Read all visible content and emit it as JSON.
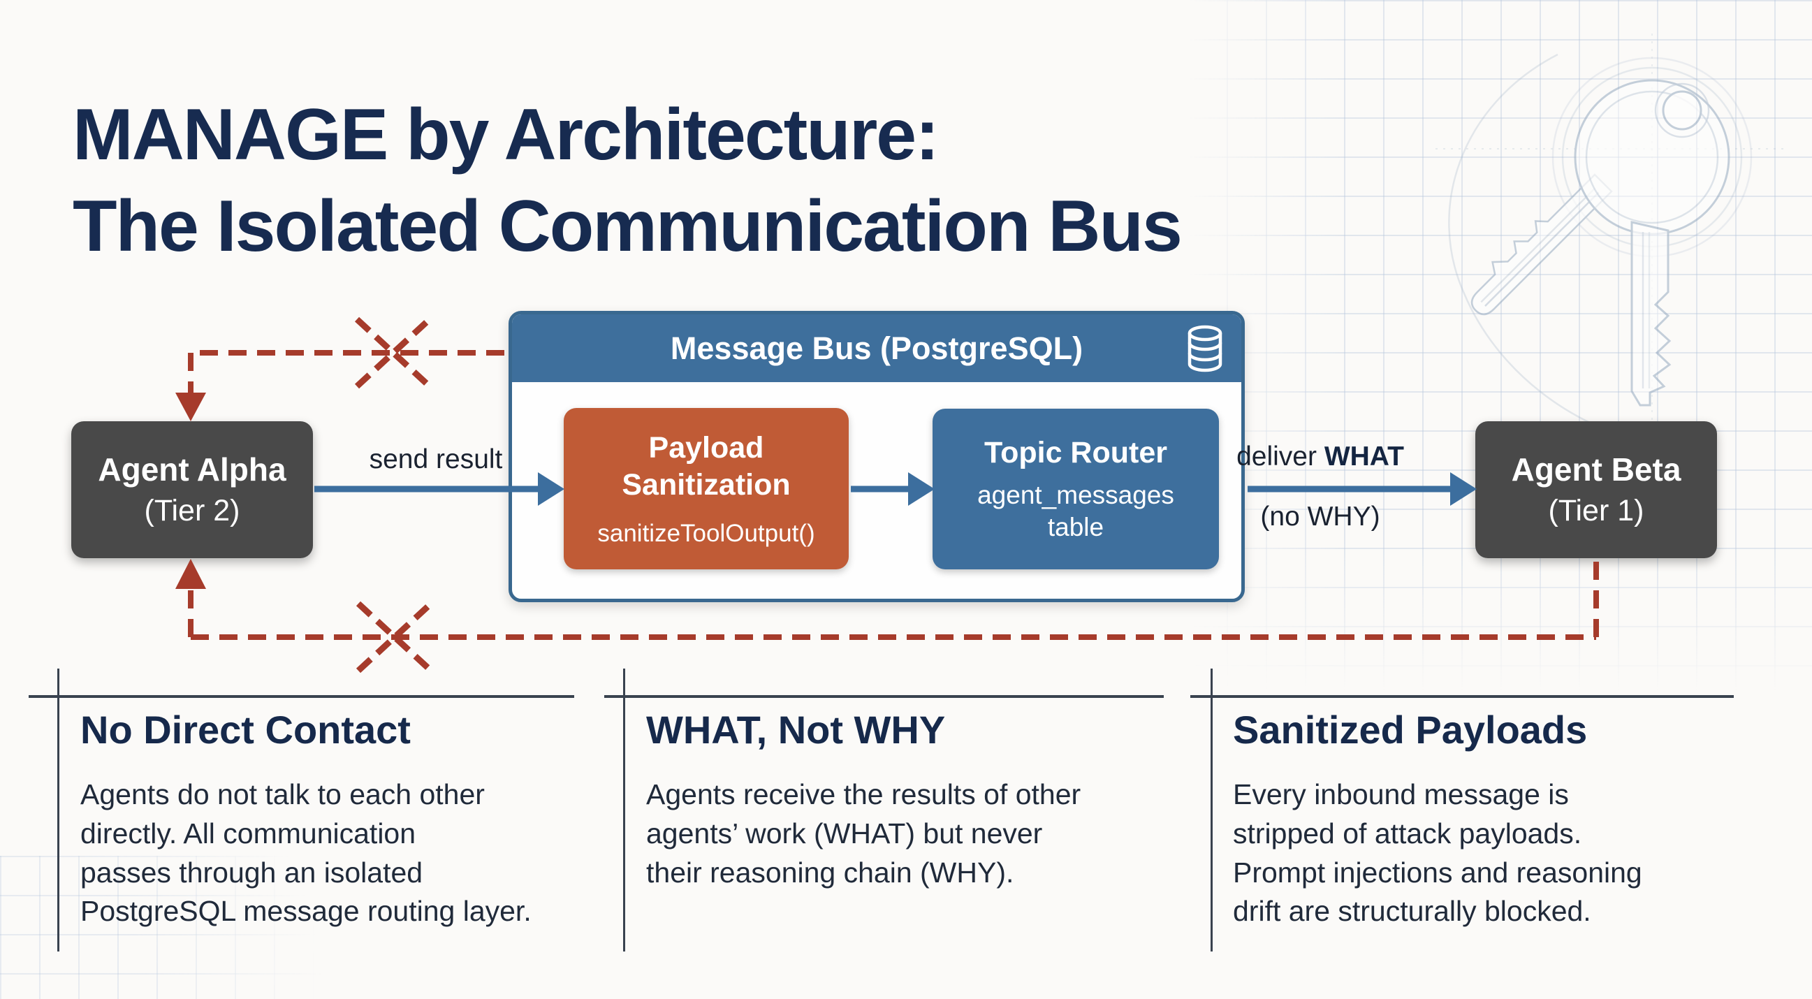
{
  "page": {
    "title": "MANAGE by Architecture:\nThe Isolated Communication Bus"
  },
  "colors": {
    "navy_heading": "#172b50",
    "brick_red": "#a63b2b",
    "steel_blue": "#3e6f9c",
    "rust_orange": "#c05b36",
    "charcoal_box": "#494949",
    "divider_slate": "#39424f"
  },
  "icons": {
    "database": "database-cylinder-icon",
    "key_sketch": "blueprint-key-sketch",
    "blocked": "blocked-x-icon"
  },
  "diagram": {
    "agent_alpha": {
      "name": "Agent Alpha",
      "tier": "(Tier 2)"
    },
    "agent_beta": {
      "name": "Agent Beta",
      "tier": "(Tier 1)"
    },
    "labels": {
      "send_result": "send result",
      "deliver_prefix": "deliver ",
      "deliver_emphasis": "WHAT",
      "no_why": "(no WHY)"
    },
    "message_bus": {
      "title": "Message Bus (PostgreSQL)",
      "payload_sanitization": {
        "title": "Payload\nSanitization",
        "subtitle": "sanitizeToolOutput()"
      },
      "topic_router": {
        "title": "Topic Router",
        "subtitle": "agent_messages\ntable"
      }
    }
  },
  "columns": [
    {
      "heading": "No Direct Contact",
      "body": "Agents do not talk to each other\ndirectly. All communication\npasses through an isolated\nPostgreSQL message routing layer."
    },
    {
      "heading": "WHAT, Not WHY",
      "body": "Agents receive the results of other\nagents’ work (WHAT) but never\ntheir reasoning chain (WHY)."
    },
    {
      "heading": "Sanitized Payloads",
      "body": "Every inbound message is\nstripped of attack payloads.\nPrompt injections and reasoning\ndrift are structurally blocked."
    }
  ]
}
